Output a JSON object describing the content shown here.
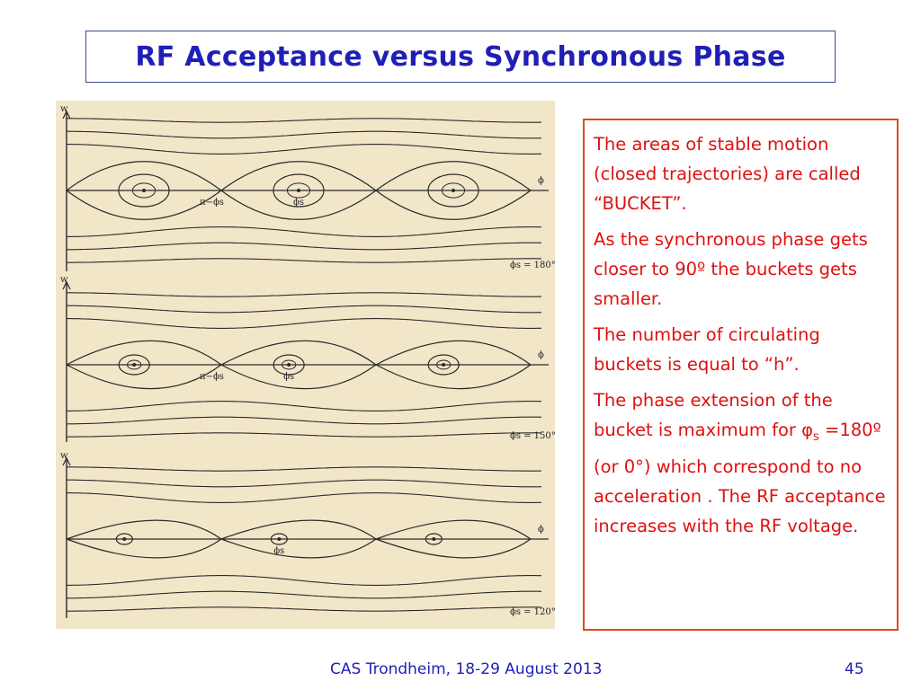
{
  "slide": {
    "title": "RF Acceptance versus Synchronous Phase",
    "footer": "CAS Trondheim, 18-29 August 2013",
    "page_number": "45"
  },
  "notes": {
    "p1": "The areas of stable motion (closed trajectories) are called “BUCKET”.",
    "p2": "As the synchronous phase gets closer to 90º the buckets gets smaller.",
    "p3": "The number of circulating buckets is equal to “h”.",
    "p4_before": "The phase extension of the bucket is maximum for ",
    "p4_symbol": "φ",
    "p4_sub": "s",
    "p4_after": " =180º (or 0°) which correspond to no acceleration . The RF acceptance increases with the RF voltage."
  },
  "figure": {
    "panels": [
      {
        "axis_w": "w",
        "axis_phi": "ϕ",
        "label_unstable": "π−ϕs",
        "label_stable": "ϕs",
        "phase_label": "ϕs = 180°"
      },
      {
        "axis_w": "w",
        "axis_phi": "ϕ",
        "label_unstable": "π−ϕs",
        "label_stable": "ϕs",
        "phase_label": "ϕs = 150°"
      },
      {
        "axis_w": "w",
        "axis_phi": "ϕ",
        "label_unstable": "",
        "label_stable": "ϕs",
        "phase_label": "ϕs = 120°"
      }
    ]
  },
  "colors": {
    "title": "#1f1fb8",
    "note_text": "#e01010",
    "note_border": "#e04a1a",
    "figure_bg": "#f2e6c9"
  }
}
